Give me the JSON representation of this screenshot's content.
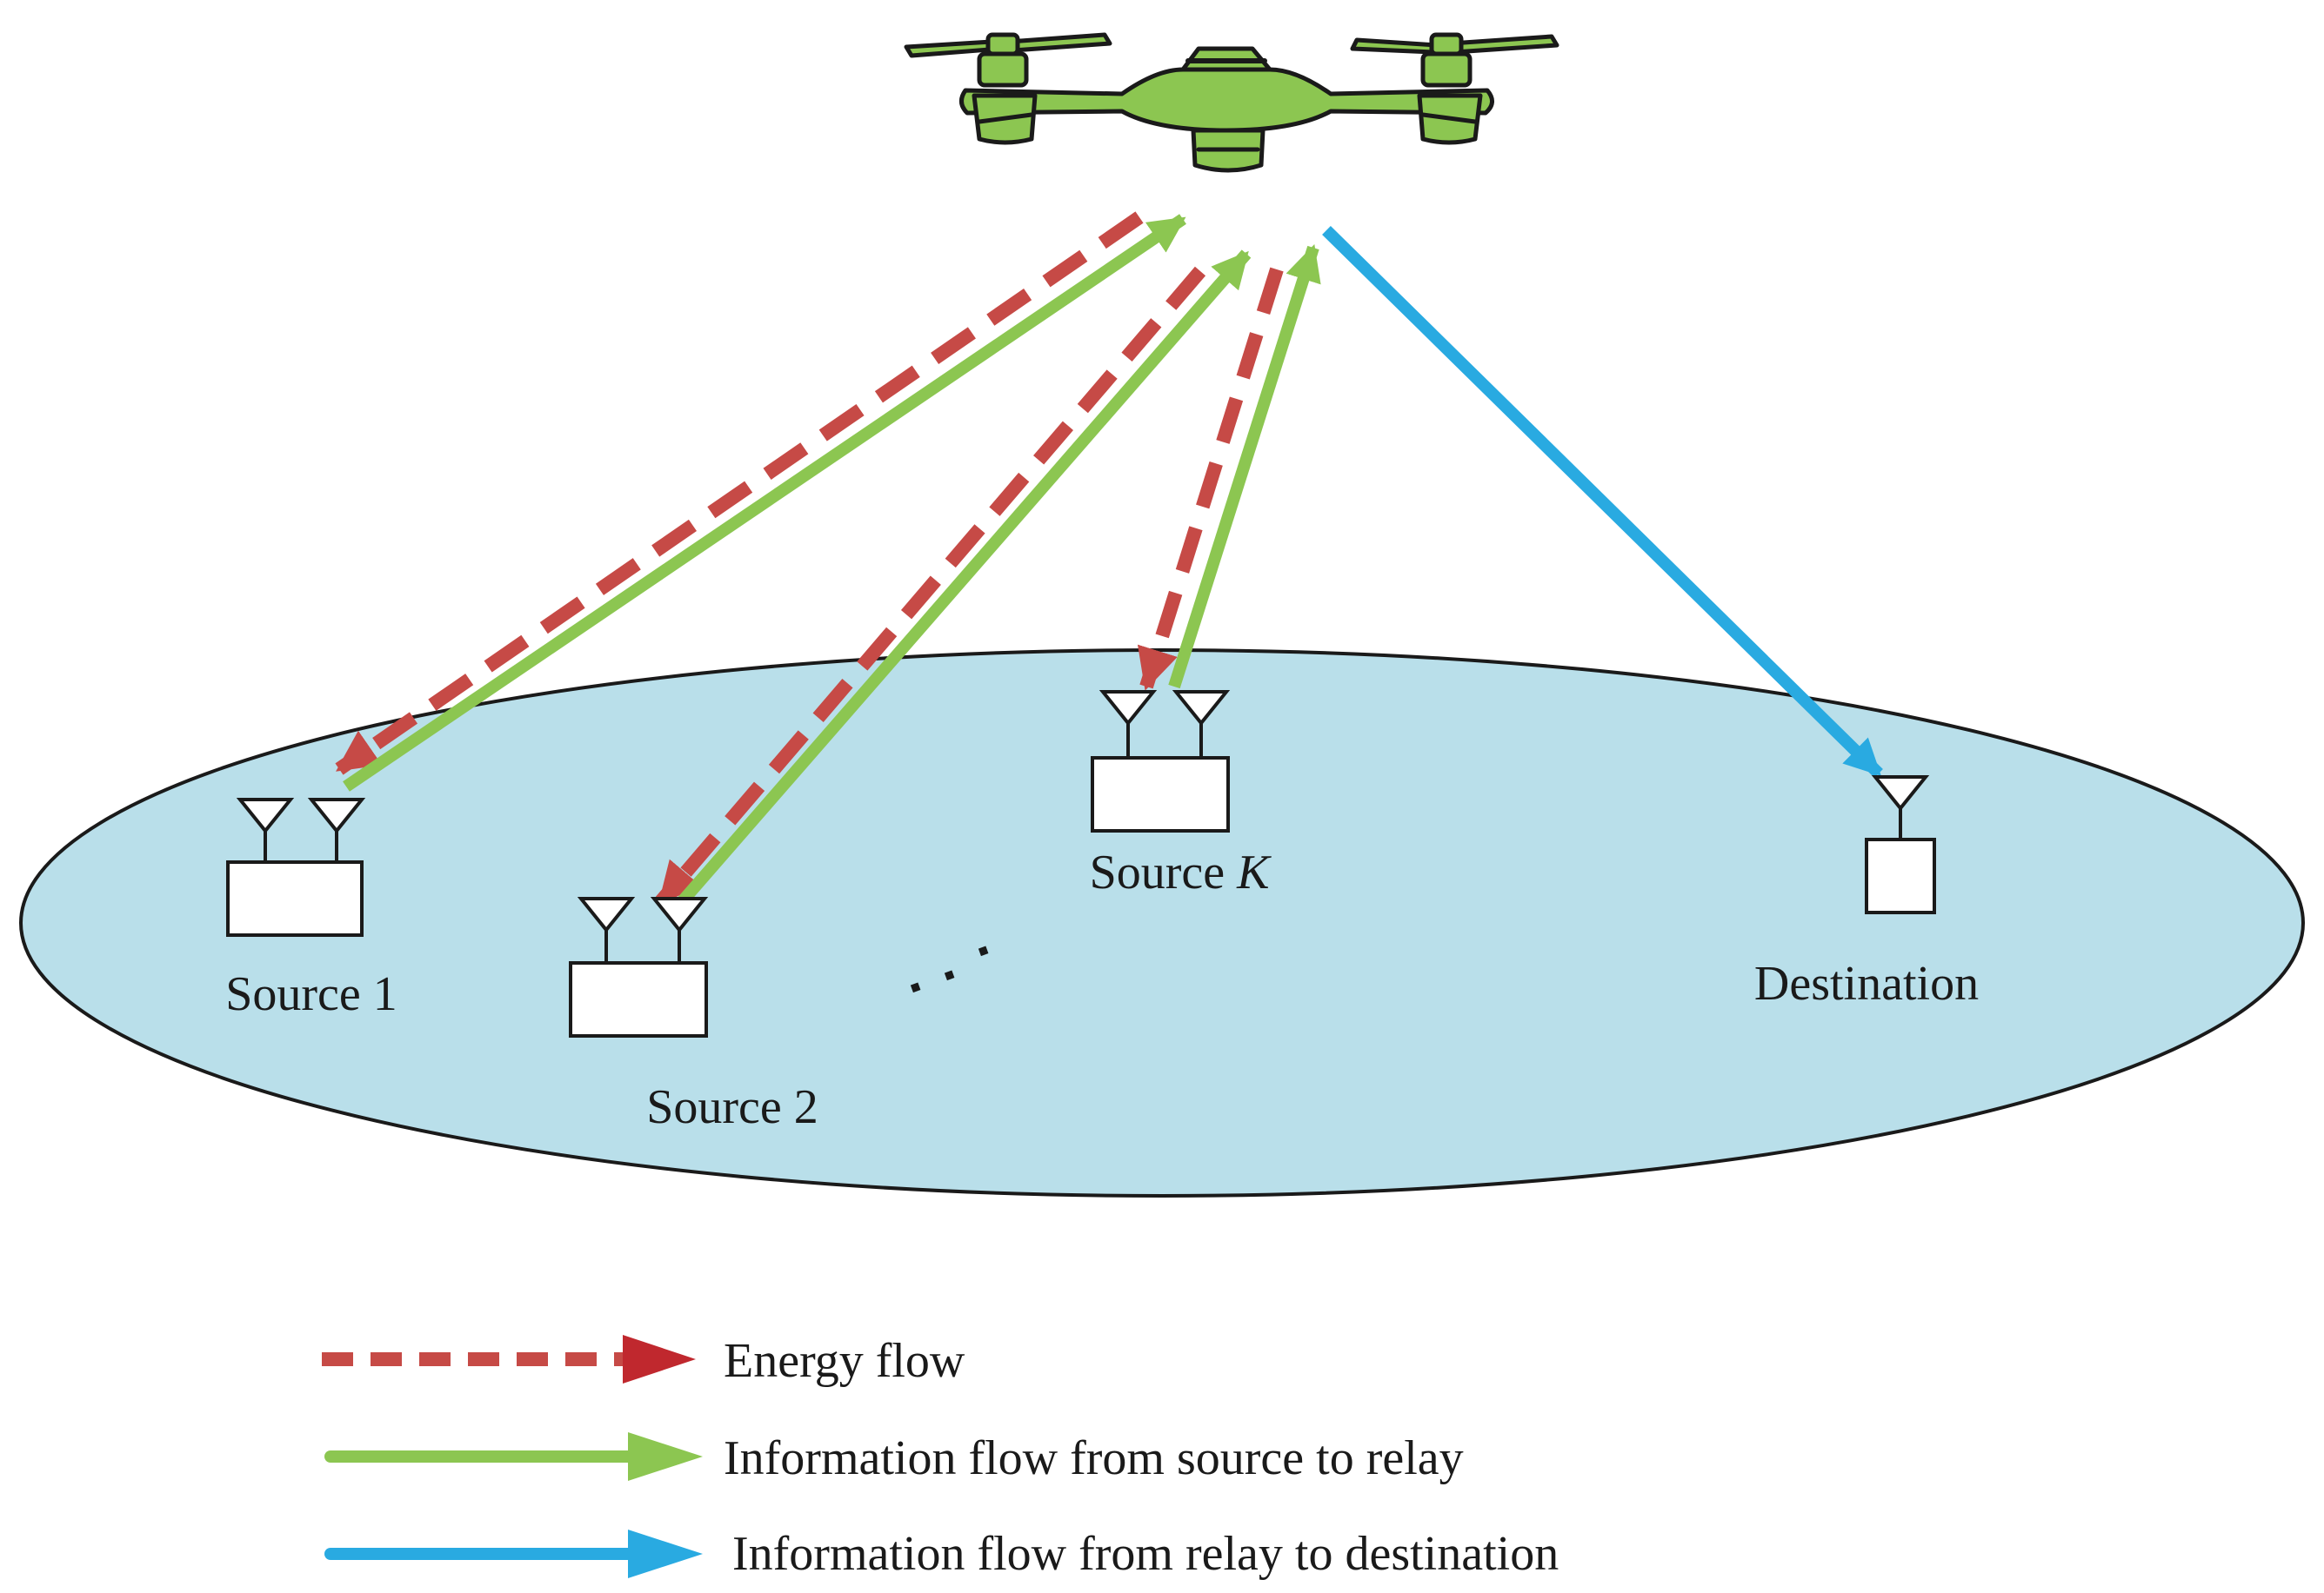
{
  "nodes": {
    "source1": {
      "label": "Source 1"
    },
    "source2": {
      "label": "Source 2"
    },
    "sourceK": {
      "label_prefix": "Source ",
      "label_var": "K"
    },
    "destination": {
      "label": "Destination"
    },
    "ellipsis": "…"
  },
  "legend": {
    "energy": "Energy flow",
    "info_up": "Information flow from source to relay",
    "info_down": "Information flow from relay to destination"
  },
  "colors": {
    "energy": "#c64a46",
    "energy_legend": "#c0282e",
    "info_up": "#8cc651",
    "info_down": "#29aae1",
    "ground": "#b9dfea",
    "drone": "#8cc651"
  },
  "icons": {
    "relay": "drone-icon",
    "antenna": "antenna-icon",
    "device": "device-box-icon"
  }
}
